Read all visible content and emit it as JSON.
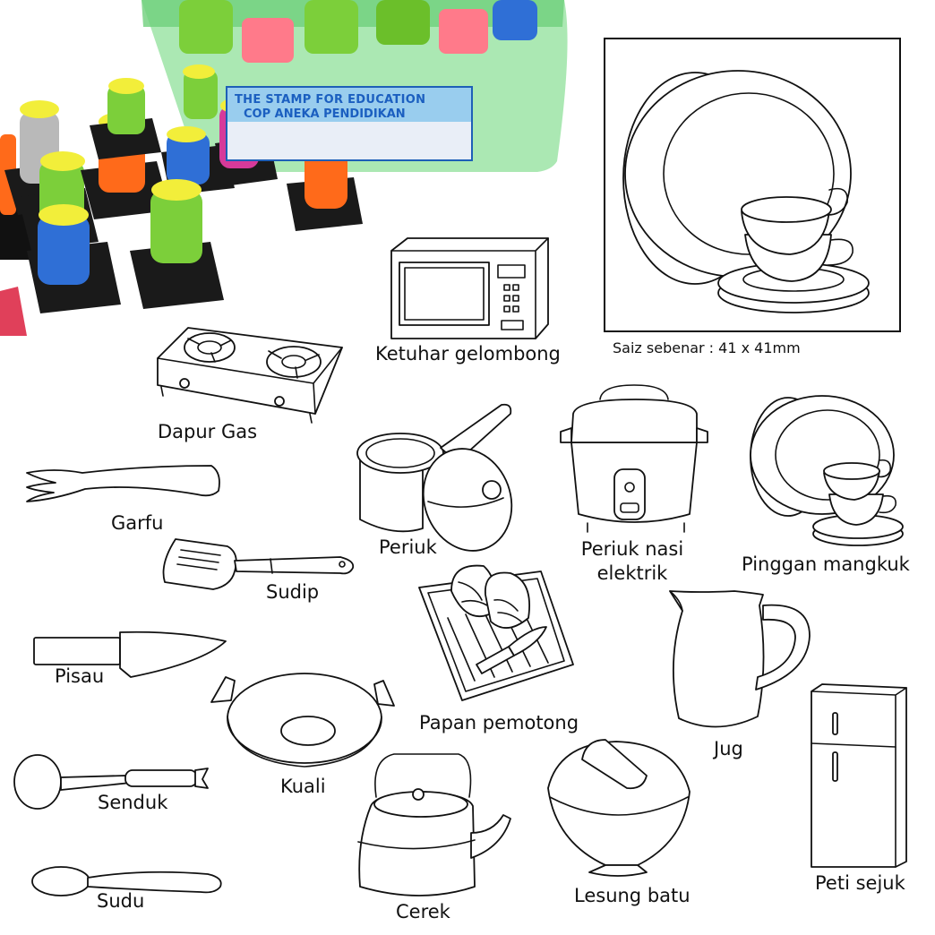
{
  "product": {
    "bin_label_line1": "THE STAMP FOR EDUCATION",
    "bin_label_line2": "COP ANEKA PENDIDIKAN"
  },
  "stamp_preview": {
    "size_note": "Saiz sebenar : 41 x 41mm"
  },
  "items": {
    "ketuhar": "Ketuhar gelombong",
    "dapur_gas": "Dapur Gas",
    "garfu": "Garfu",
    "sudip": "Sudip",
    "pisau": "Pisau",
    "senduk": "Senduk",
    "sudu": "Sudu",
    "periuk": "Periuk",
    "periuk_nasi": "Periuk nasi elektrik",
    "pinggan": "Pinggan mangkuk",
    "papan": "Papan pemotong",
    "jug": "Jug",
    "kuali": "Kuali",
    "cerek": "Cerek",
    "lesung": "Lesung batu",
    "peti": "Peti sejuk"
  },
  "colors": {
    "bin": "#7fd88a",
    "stamp_green": "#7ccf3a",
    "stamp_orange": "#ff6a1a",
    "stamp_blue": "#2f6fd6",
    "stamp_pink": "#d63a9a",
    "stamp_grey": "#b9b9b9",
    "cap_yellow": "#f2ee3a",
    "label_blue": "#1b5fc0"
  }
}
